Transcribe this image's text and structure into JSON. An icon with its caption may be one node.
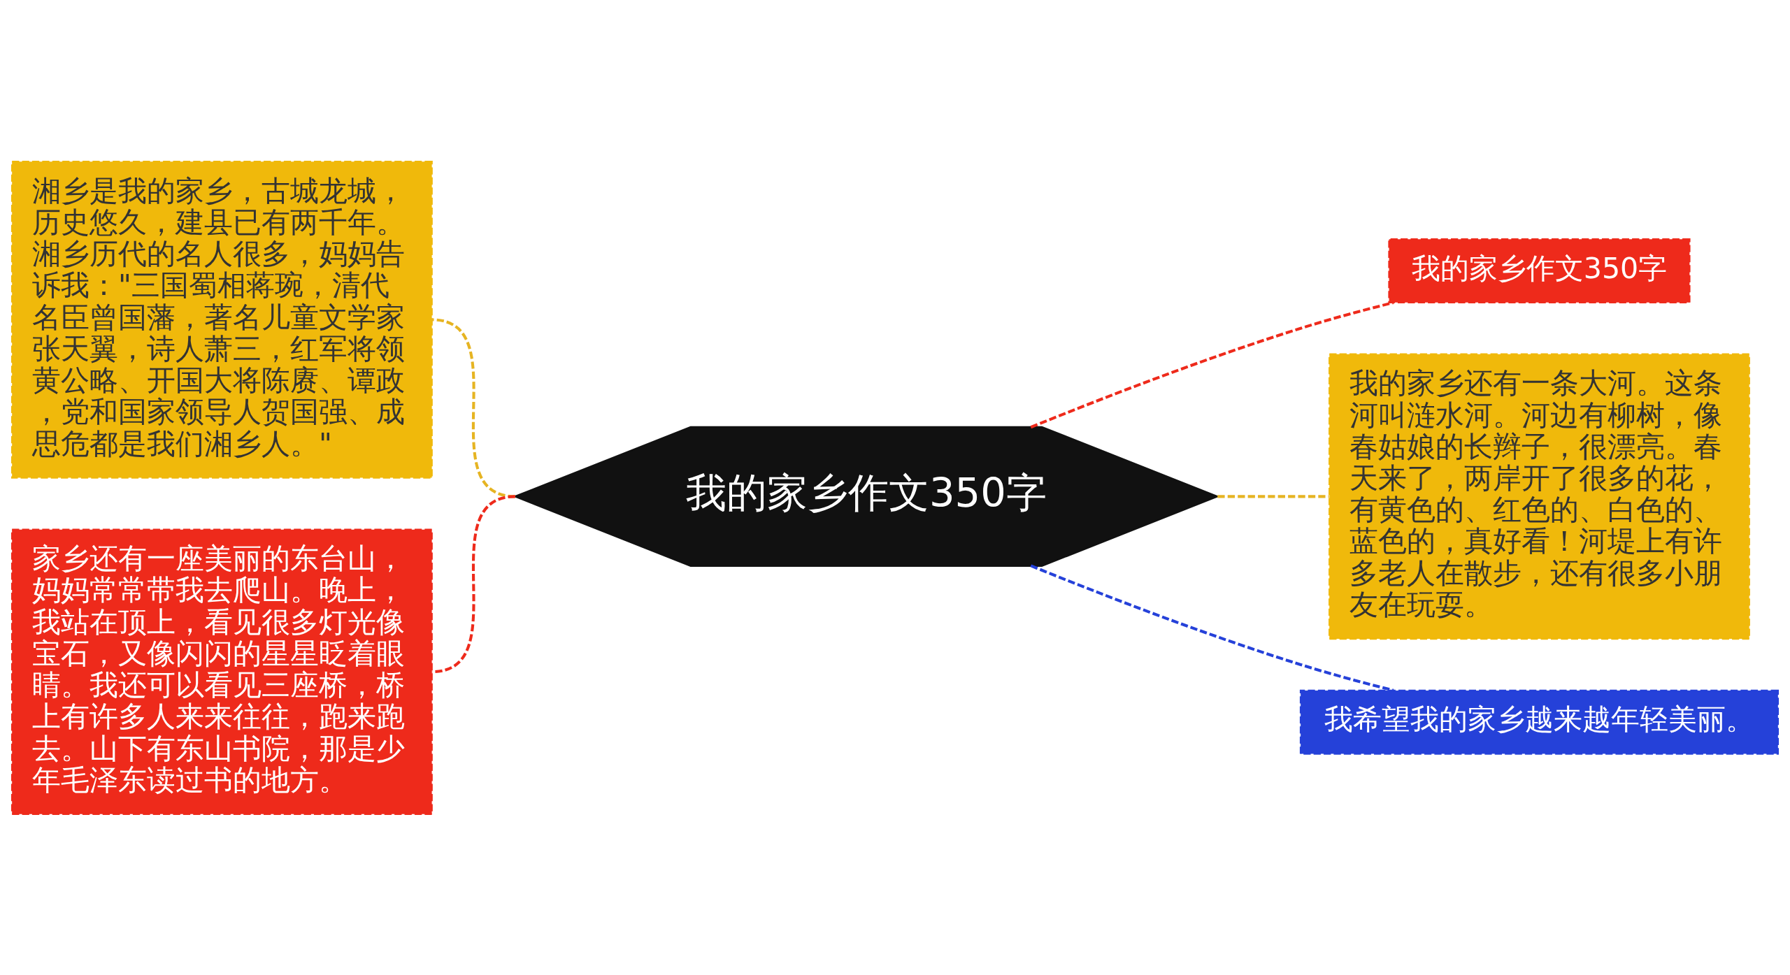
{
  "diagram": {
    "nodes": [
      {
        "text": [
          "我的家乡作文350字"
        ]
      },
      {
        "text": [
          "湘乡是我的家乡，古城龙城，历史悠久，建县已有两千年。湘乡历代的名人很多，妈妈告诉我：\"三国蜀相蒋琬，清代名臣曾国藩，著名儿童文学家张天翼，诗人萧三，红军将领黄公略、开国大将陈赓、谭政，党和国家领导人贺国强、成思危都是我们湘乡人。\""
        ]
      },
      {
        "text": [
          "家乡还有一座美丽的东台山，妈妈常常带我去爬山。晚上，我站在顶上，看见很多灯光像宝石，又像闪闪的星星眨着眼睛。我还可以看见三座桥，桥上有许多人来来往往，跑来跑去。山下有东山书院，那是少年毛泽东读过书的地方。"
        ]
      },
      {
        "text": [
          "我的家乡作文350字"
        ]
      },
      {
        "text": [
          "我的家乡还有一条大河。这条河叫涟水河。河边有柳树，像春姑娘的长辫子，很漂亮。春天来了，两岸开了很多的花，有黄色的、红色的、白色的、蓝色的，真好看！河堤上有许多老人在散步，还有很多小朋友在玩耍。"
        ]
      },
      {
        "text": [
          "我希望我的家乡越来越年轻美丽。"
        ]
      }
    ],
    "edges": [
      {
        "from": 0,
        "to": 1,
        "arrow": "none",
        "style": "dashed",
        "color": "#e6b422"
      },
      {
        "from": 0,
        "to": 2,
        "arrow": "none",
        "style": "dashed",
        "color": "#ee2a1b"
      },
      {
        "from": 0,
        "to": 3,
        "arrow": "none",
        "style": "dashed",
        "color": "#ee2a1b"
      },
      {
        "from": 0,
        "to": 4,
        "arrow": "none",
        "style": "dashed",
        "color": "#e6b422"
      },
      {
        "from": 0,
        "to": 5,
        "arrow": "none",
        "style": "dashed",
        "color": "#2541d9"
      }
    ]
  }
}
